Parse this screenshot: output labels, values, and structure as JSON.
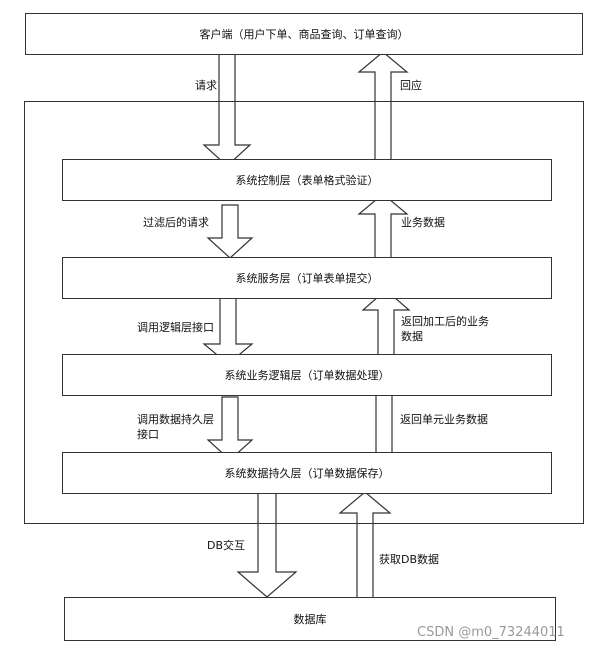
{
  "client": "客户端（用户下单、商品查询、订单查询）",
  "layers": {
    "control": "系统控制层（表单格式验证）",
    "service": "系统服务层（订单表单提交）",
    "business": "系统业务逻辑层（订单数据处理）",
    "persistence": "系统数据持久层（订单数据保存）"
  },
  "database": "数据库",
  "arrows": {
    "request": "请求",
    "response": "回应",
    "filtered_request": "过滤后的请求",
    "business_data": "业务数据",
    "call_logic_interface": "调用逻辑层接口",
    "return_processed_data": "返回加工后的业务数据",
    "call_persistence_interface": "调用数据持久层接口",
    "return_unit_data": "返回单元业务数据",
    "db_interact": "DB交互",
    "fetch_db_data": "获取DB数据"
  },
  "watermark": "CSDN @m0_73244011"
}
